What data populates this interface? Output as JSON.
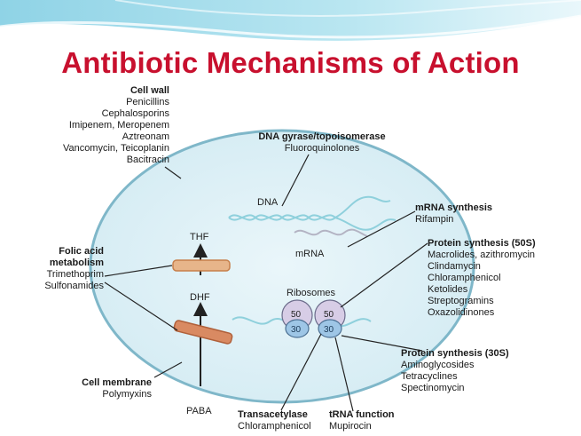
{
  "title": "Antibiotic Mechanisms of Action",
  "colors": {
    "title": "#c8102e",
    "cell_fill": "#d8eef5",
    "cell_stroke": "#7fb7c9",
    "enzyme": "#e7b58a",
    "ribosome_large": "#d7cde6",
    "ribosome_small": "#9ec6e6",
    "dna": "#8fd0dc",
    "mrna": "#b3b3c3"
  },
  "labels": {
    "cell_wall": {
      "heading": "Cell wall",
      "drugs": [
        "Penicillins",
        "Cephalosporins",
        "Imipenem, Meropenem",
        "Aztreonam",
        "Vancomycin, Teicoplanin",
        "Bacitracin"
      ]
    },
    "dna_gyrase": {
      "heading": "DNA gyrase/topoisomerase",
      "drugs": [
        "Fluoroquinolones"
      ]
    },
    "mrna_synthesis": {
      "heading": "mRNA synthesis",
      "drugs": [
        "Rifampin"
      ]
    },
    "protein_50s": {
      "heading": "Protein synthesis (50S)",
      "drugs": [
        "Macrolides, azithromycin",
        "Clindamycin",
        "Chloramphenicol",
        "Ketolides",
        "Streptogramins",
        "Oxazolidinones"
      ]
    },
    "folic_acid": {
      "heading_line1": "Folic acid",
      "heading_line2": "metabolism",
      "drugs": [
        "Trimethoprim",
        "Sulfonamides"
      ]
    },
    "cell_membrane": {
      "heading": "Cell membrane",
      "drugs": [
        "Polymyxins"
      ]
    },
    "protein_30s": {
      "heading": "Protein synthesis (30S)",
      "drugs": [
        "Aminoglycosides",
        "Tetracyclines",
        "Spectinomycin"
      ]
    },
    "transacetylase": {
      "heading": "Transacetylase",
      "drugs": [
        "Chloramphenicol"
      ]
    },
    "trna_function": {
      "heading": "tRNA function",
      "drugs": [
        "Mupirocin"
      ]
    }
  },
  "diagram_text": {
    "dna": "DNA",
    "mrna": "mRNA",
    "thf": "THF",
    "dhf": "DHF",
    "paba": "PABA",
    "ribosomes": "Ribosomes",
    "r50a": "50",
    "r50b": "50",
    "r30a": "30",
    "r30b": "30"
  }
}
